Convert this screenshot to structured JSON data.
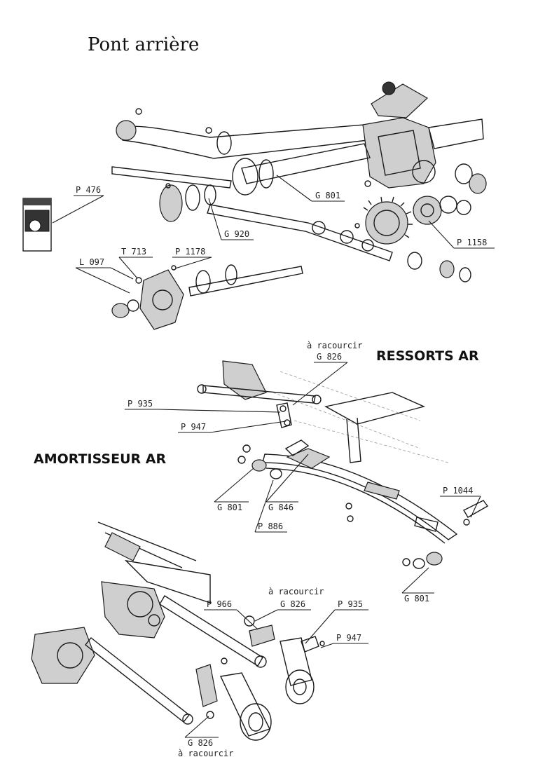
{
  "titles": {
    "rear_axle": "Pont arrière",
    "springs": "RESSORTS AR",
    "shock_absorber": "AMORTISSEUR AR"
  },
  "labels": {
    "p476": "P 476",
    "g801_top": "G 801",
    "g920": "G 920",
    "p1158": "P 1158",
    "l097": "L 097",
    "t713": "T 713",
    "p1178": "P 1178",
    "shorten_1": "à racourcir",
    "g826_1": "G 826",
    "p935_1": "P 935",
    "p947_1": "P 947",
    "g801_mid": "G 801",
    "g846": "G 846",
    "p886": "P 886",
    "p1044": "P 1044",
    "g801_bot": "G 801",
    "shorten_2": "à racourcir",
    "p966": "P 966",
    "g826_2": "G 826",
    "p935_2": "P 935",
    "p947_2": "P 947",
    "g826_3": "G 826",
    "shorten_3": "à racourcir"
  }
}
